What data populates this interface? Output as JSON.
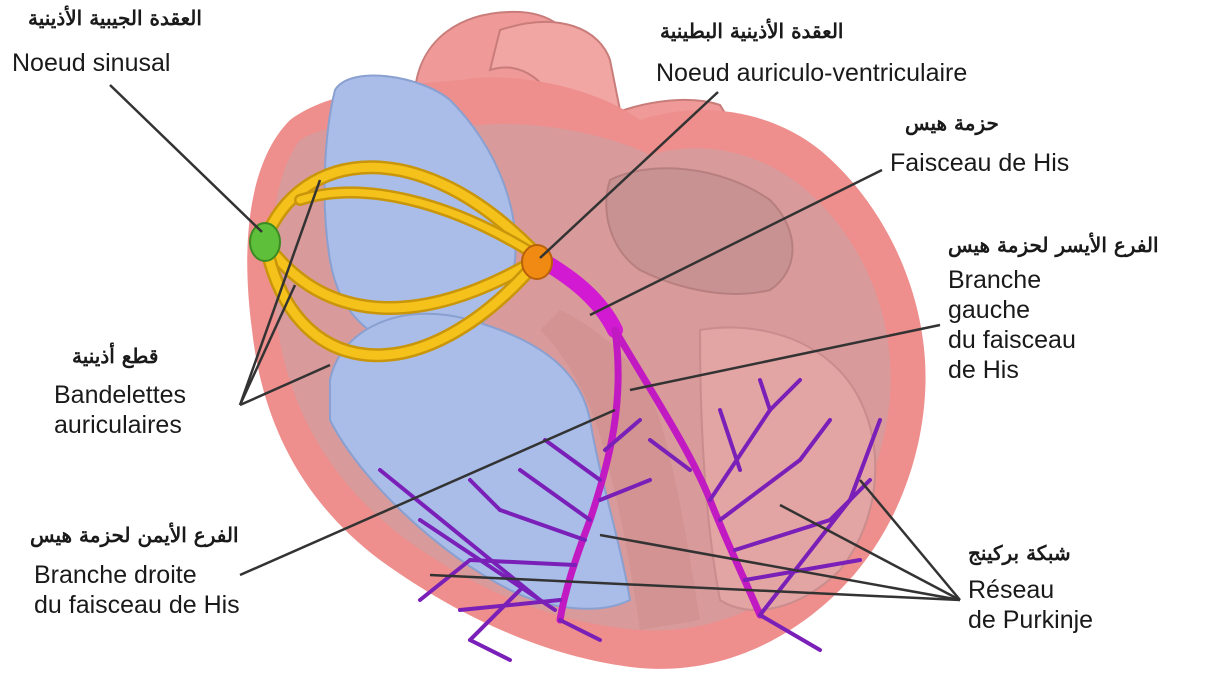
{
  "labels": {
    "sinus_ar": "العقدة الجيبية الأذينية",
    "sinus_fr": "Noeud sinusal",
    "av_ar": "العقدة الأذينية البطينية",
    "av_fr": "Noeud auriculo-ventriculaire",
    "his_ar": "حزمة هيس",
    "his_fr": "Faisceau de His",
    "left_ar": "الفرع الأيسر لحزمة هيس",
    "left_fr": [
      "Branche",
      "gauche",
      "du faisceau",
      "de His"
    ],
    "band_ar": "قطع أذينية",
    "band_fr": [
      "Bandelettes",
      "auriculaires"
    ],
    "right_ar": "الفرع الأيمن لحزمة هيس",
    "right_fr": [
      "Branche droite",
      "du faisceau de His"
    ],
    "purk_ar": "شبكة بركينج",
    "purk_fr": [
      "Réseau",
      "de Purkinje"
    ]
  },
  "colors": {
    "heart_outer": "#ee8f8d",
    "heart_muscle": "#d89a9a",
    "cavity": "#a9bde8",
    "pathway_yellow": "#f5c21b",
    "sinus_node": "#5dbf3a",
    "av_node": "#f08a12",
    "bundle_magenta": "#d21ad2",
    "purkinje_purple": "#7a1fb8",
    "leader_line": "#333333"
  }
}
